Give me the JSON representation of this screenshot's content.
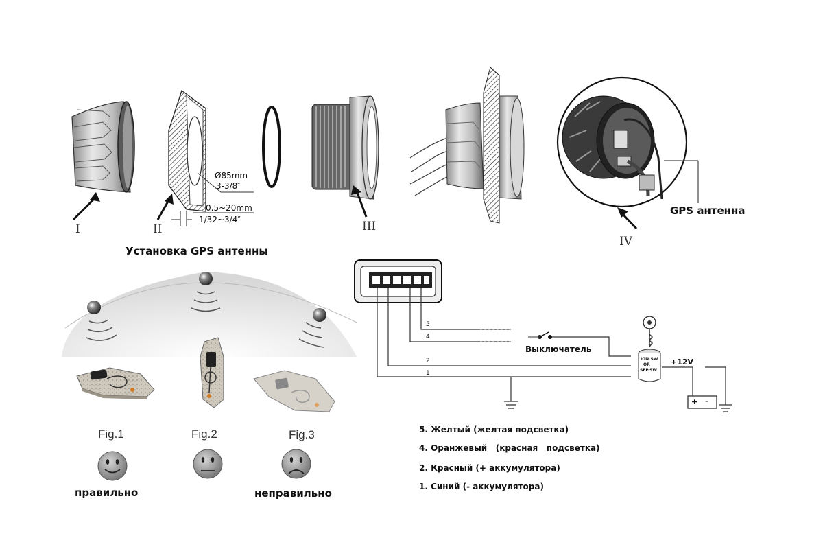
{
  "parts": {
    "labels": [
      "I",
      "II",
      "III",
      "IV"
    ],
    "dim_diameter_mm": "Ø85mm",
    "dim_diameter_in": "3-3/8″",
    "dim_thickness_mm": "0.5~20mm",
    "dim_thickness_in": "1/32~3/4″",
    "gps_antenna_label": "GPS антенна"
  },
  "install": {
    "title": "Установка GPS антенны",
    "figures": [
      {
        "label": "Fig.1",
        "face": "happy"
      },
      {
        "label": "Fig.2",
        "face": "neutral"
      },
      {
        "label": "Fig.3",
        "face": "sad"
      }
    ],
    "correct_label": "правильно",
    "incorrect_label": "неправильно"
  },
  "wiring": {
    "wire_numbers": [
      "5",
      "4",
      "2",
      "1"
    ],
    "switch_label": "Выключатель",
    "ign_sw_lines": [
      "IGN.SW",
      "OR",
      "SEP.SW"
    ],
    "voltage": "+12V",
    "battery_plus": "+",
    "battery_minus": "-",
    "legend": [
      "5. Желтый (желтая подсветка)",
      "4. Оранжевый   (красная   подсветка)",
      "2. Красный (+ аккумулятора)",
      "1. Синий (- аккумулятора)"
    ]
  }
}
